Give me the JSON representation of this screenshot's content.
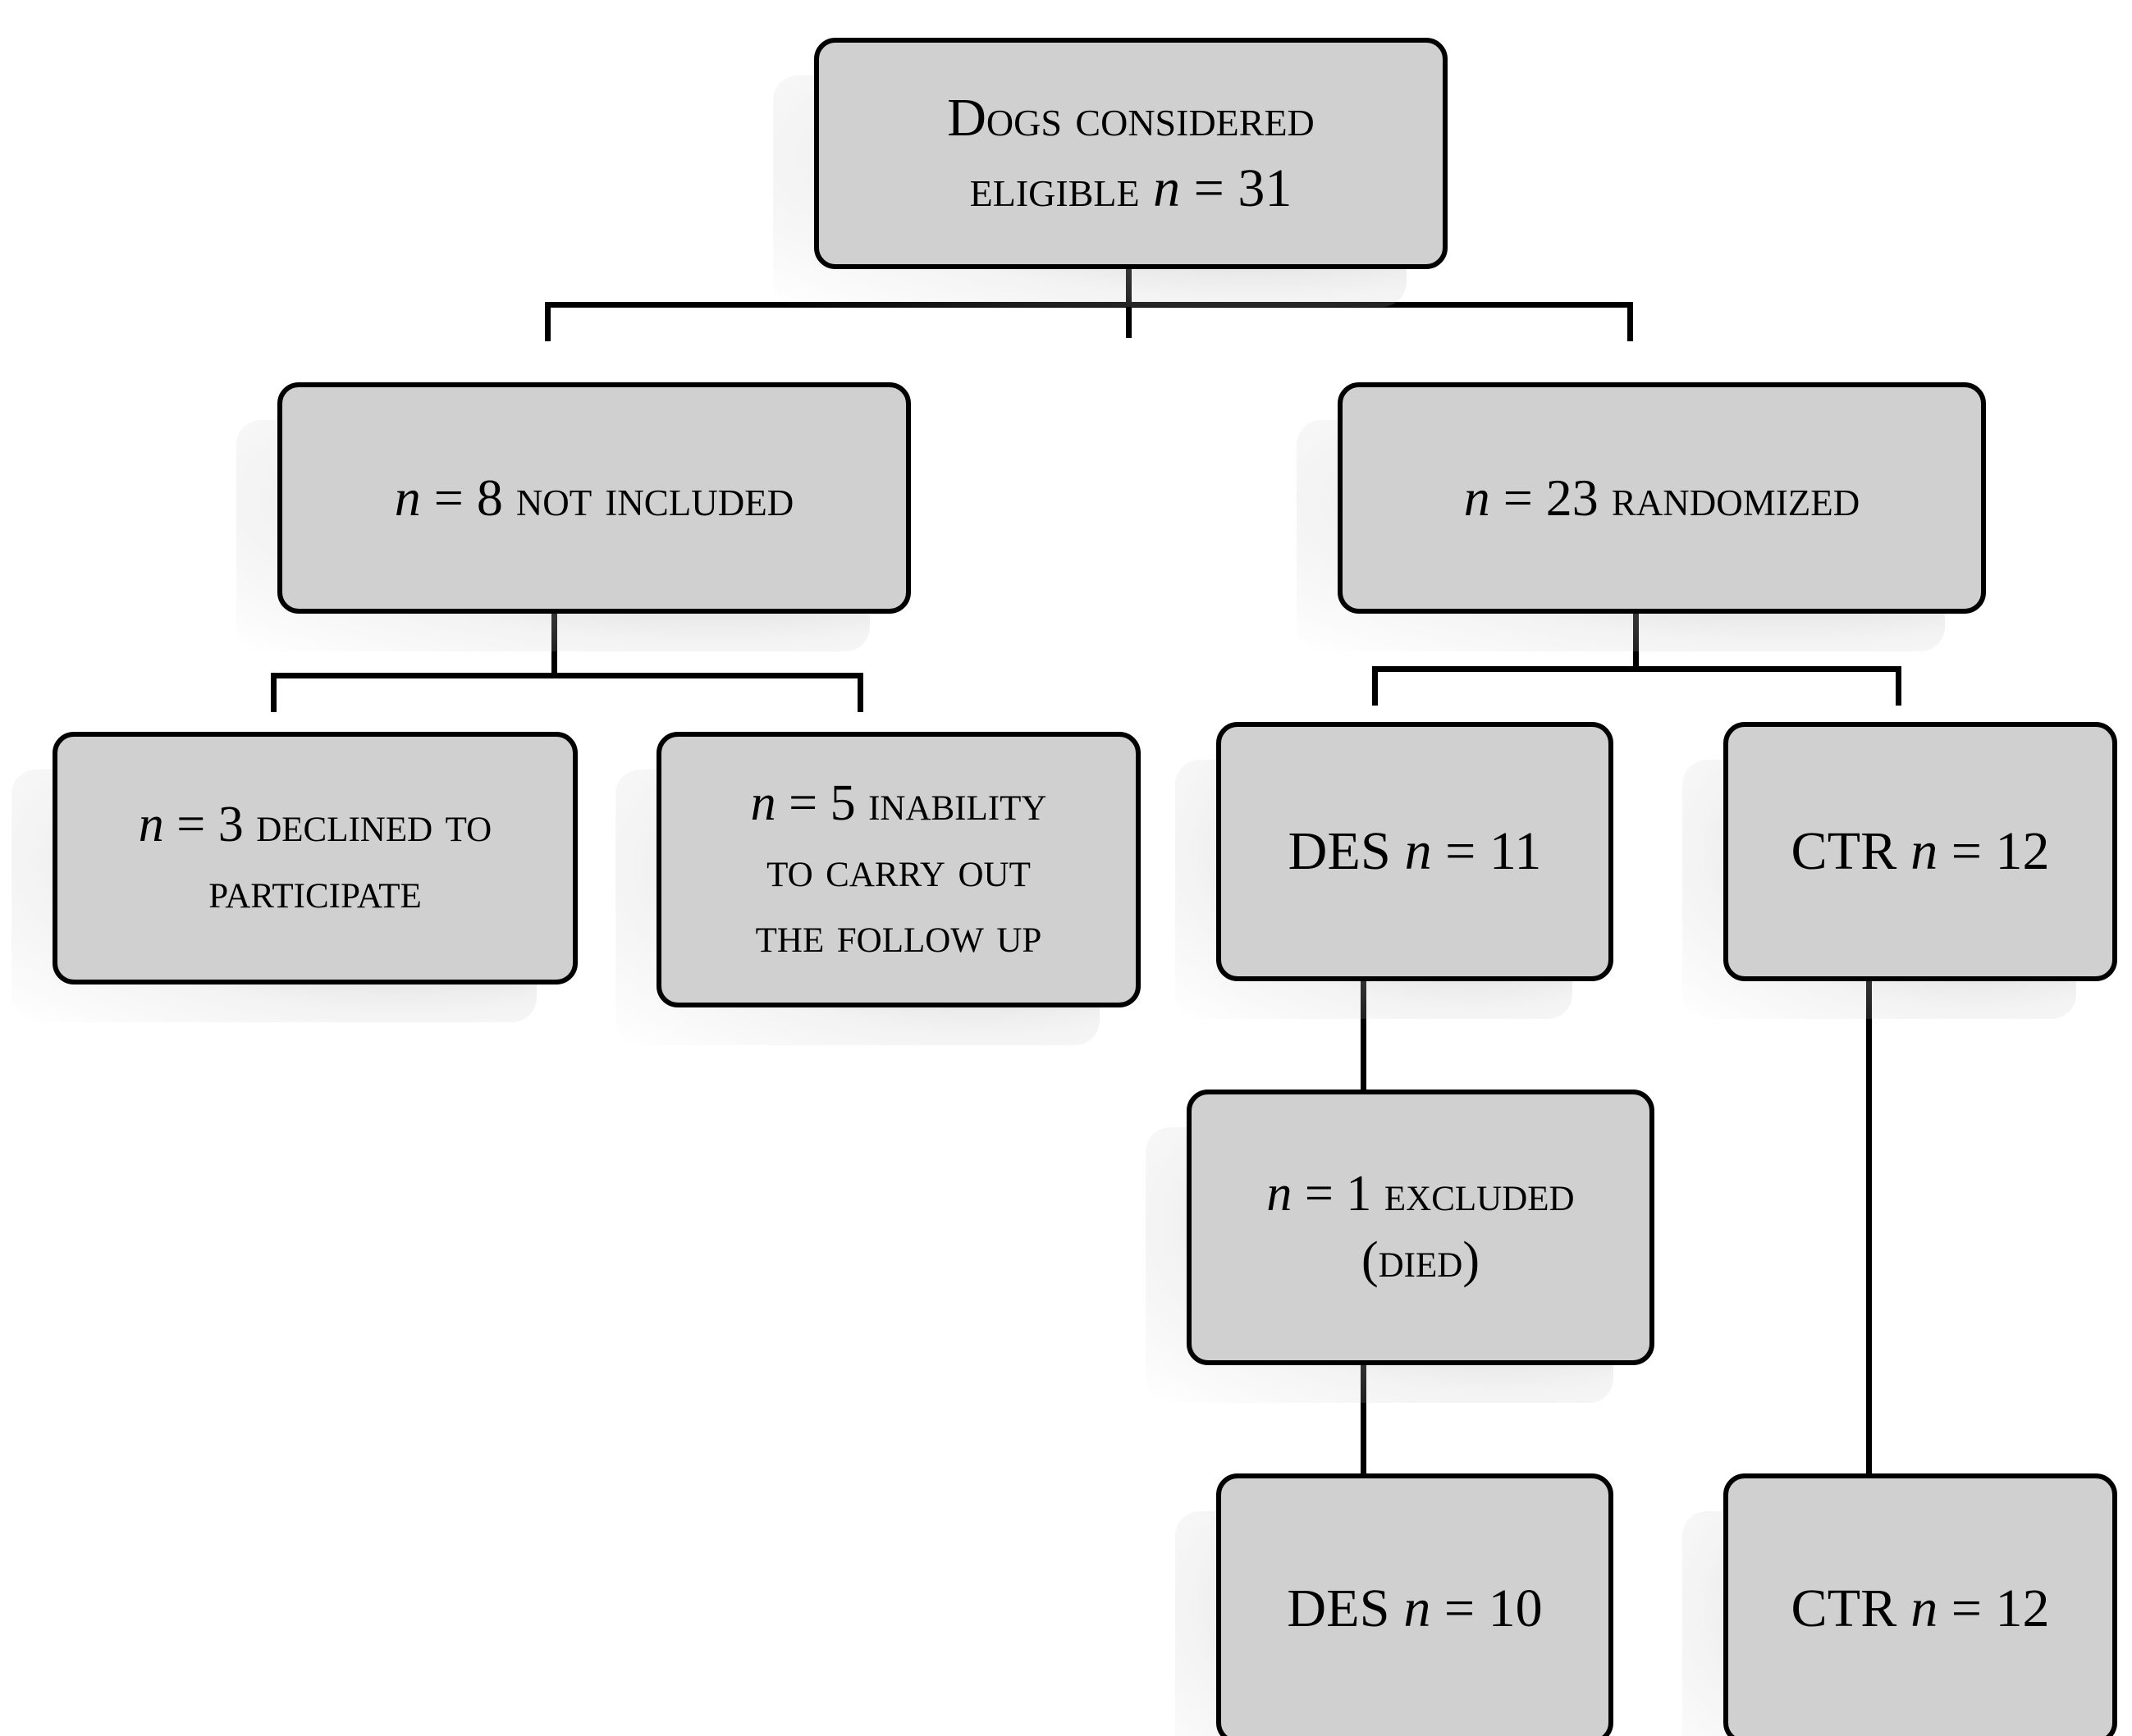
{
  "diagram": {
    "title": "Dogs study CONSORT-style flow diagram",
    "style": {
      "box_fill": "#d0d0d0",
      "box_border": "#000000",
      "connector_color": "#000000",
      "background": "#ffffff",
      "shadow_color": "#aaaaaa"
    },
    "nodes": {
      "root": {
        "line1": "Dogs considered",
        "line2_prefix": "eligible ",
        "line2_var": "n",
        "line2_eq": " = ",
        "line2_value": "31",
        "full_text": "Dogs considered eligible n = 31"
      },
      "not_included": {
        "var": "n",
        "eq": " = ",
        "value": "8",
        "label": " not included",
        "full_text": "n = 8 NOT INCLUDED"
      },
      "randomized": {
        "var": "n",
        "eq": " = ",
        "value": "23",
        "label": " randomized",
        "full_text": "n = 23 RANDOMIZED"
      },
      "declined": {
        "var": "n",
        "eq": " = ",
        "value": "3",
        "label": " declined to\nparticipate",
        "full_text": "n = 3 DECLINED TO PARTICIPATE"
      },
      "inability": {
        "var": "n",
        "eq": " = ",
        "value": "5",
        "label": " inability\nto carry out\nthe follow up",
        "full_text": "n = 5 INABILITY TO CARRY OUT THE FOLLOW UP"
      },
      "des_11": {
        "group": "DES ",
        "var": "n",
        "eq": " = ",
        "value": "11",
        "full_text": "DES n = 11"
      },
      "ctr_12_top": {
        "group": "CTR ",
        "var": "n",
        "eq": " = ",
        "value": "12",
        "full_text": "CTR n = 12"
      },
      "excluded": {
        "var": "n",
        "eq": " = ",
        "value": "1",
        "label": " excluded\n(died)",
        "full_text": "n = 1 EXCLUDED (DIED)"
      },
      "des_10": {
        "group": "DES ",
        "var": "n",
        "eq": " = ",
        "value": "10",
        "full_text": "DES n = 10"
      },
      "ctr_12_bottom": {
        "group": "CTR ",
        "var": "n",
        "eq": " = ",
        "value": "12",
        "full_text": "CTR n = 12"
      }
    },
    "flow": {
      "edges": [
        {
          "from": "root",
          "to": "not_included"
        },
        {
          "from": "root",
          "to": "randomized"
        },
        {
          "from": "not_included",
          "to": "declined"
        },
        {
          "from": "not_included",
          "to": "inability"
        },
        {
          "from": "randomized",
          "to": "des_11"
        },
        {
          "from": "randomized",
          "to": "ctr_12_top"
        },
        {
          "from": "des_11",
          "to": "excluded"
        },
        {
          "from": "excluded",
          "to": "des_10"
        },
        {
          "from": "ctr_12_top",
          "to": "ctr_12_bottom"
        }
      ]
    }
  }
}
